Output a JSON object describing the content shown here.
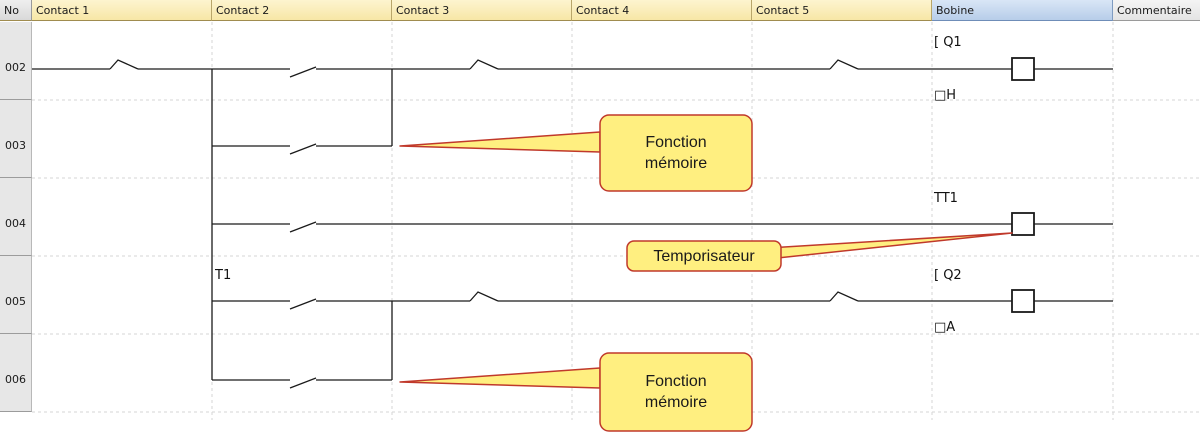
{
  "header": {
    "no": "No",
    "contact1": "Contact 1",
    "contact2": "Contact 2",
    "contact3": "Contact 3",
    "contact4": "Contact 4",
    "contact5": "Contact 5",
    "coil": "Bobine",
    "comment": "Commentaire"
  },
  "rows": [
    "002",
    "003",
    "004",
    "005",
    "006"
  ],
  "coils": {
    "q1": "[ Q1",
    "h_mark": "□H",
    "tt1": "TT1",
    "q2": "[ Q2",
    "a_mark": "□A"
  },
  "operands": {
    "t1": "T1"
  },
  "callouts": {
    "memory_1": [
      "Fonction",
      "mémoire"
    ],
    "timer": "Temporisateur",
    "memory_2": [
      "Fonction",
      "mémoire"
    ]
  },
  "colors": {
    "header_yellow": "#f7e7a6",
    "header_active": "#b7cde9",
    "callout_fill": "#ffef80",
    "callout_border": "#c0392b",
    "rung_line": "#1a1a1a"
  }
}
